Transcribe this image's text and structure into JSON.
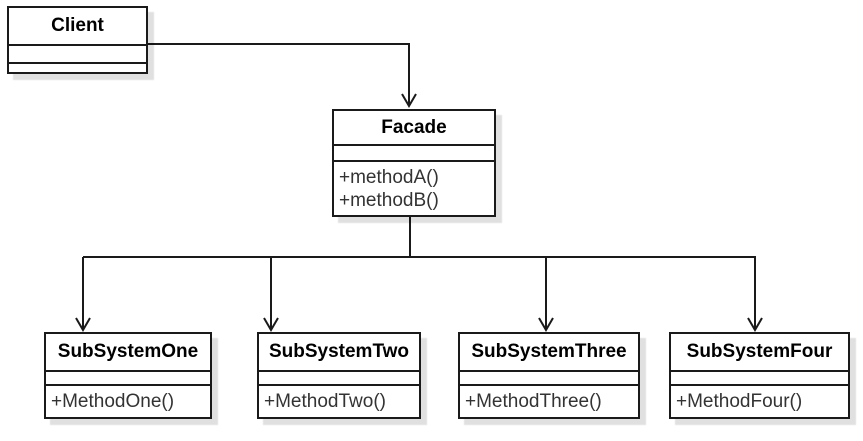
{
  "diagram": {
    "type": "uml-class-diagram",
    "classes": {
      "client": {
        "name": "Client",
        "attributes": [],
        "methods": []
      },
      "facade": {
        "name": "Facade",
        "attributes": [],
        "methods": [
          "+methodA()",
          "+methodB()"
        ]
      },
      "subsystem_one": {
        "name": "SubSystemOne",
        "attributes": [],
        "methods": [
          "+MethodOne()"
        ]
      },
      "subsystem_two": {
        "name": "SubSystemTwo",
        "attributes": [],
        "methods": [
          "+MethodTwo()"
        ]
      },
      "subsystem_three": {
        "name": "SubSystemThree",
        "attributes": [],
        "methods": [
          "+MethodThree()"
        ]
      },
      "subsystem_four": {
        "name": "SubSystemFour",
        "attributes": [],
        "methods": [
          "+MethodFour()"
        ]
      }
    },
    "connections": [
      {
        "from": "Client",
        "to": "Facade",
        "style": "open-arrow"
      },
      {
        "from": "Facade",
        "to": "SubSystemOne",
        "style": "open-arrow"
      },
      {
        "from": "Facade",
        "to": "SubSystemTwo",
        "style": "open-arrow"
      },
      {
        "from": "Facade",
        "to": "SubSystemThree",
        "style": "open-arrow"
      },
      {
        "from": "Facade",
        "to": "SubSystemFour",
        "style": "open-arrow"
      }
    ],
    "colors": {
      "line": "#1a1a1a",
      "box_fill": "#ffffff",
      "title_text": "#000000",
      "method_text": "#333333",
      "background": "#ffffff"
    }
  }
}
